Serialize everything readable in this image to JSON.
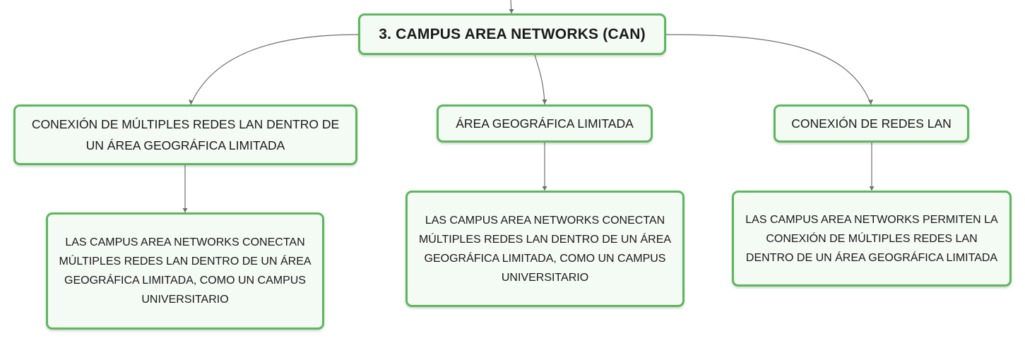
{
  "diagram": {
    "root": {
      "label": "3. CAMPUS AREA NETWORKS (CAN)"
    },
    "branches": [
      {
        "label": "CONEXIÓN DE MÚLTIPLES REDES LAN DENTRO DE UN ÁREA GEOGRÁFICA LIMITADA",
        "detail": "LAS CAMPUS AREA NETWORKS CONECTAN MÚLTIPLES REDES LAN DENTRO DE UN ÁREA GEOGRÁFICA LIMITADA, COMO UN CAMPUS UNIVERSITARIO"
      },
      {
        "label": "ÁREA GEOGRÁFICA LIMITADA",
        "detail": "LAS CAMPUS AREA NETWORKS CONECTAN MÚLTIPLES REDES LAN DENTRO DE UN ÁREA GEOGRÁFICA LIMITADA, COMO UN CAMPUS UNIVERSITARIO"
      },
      {
        "label": "CONEXIÓN DE REDES LAN",
        "detail": "LAS CAMPUS AREA NETWORKS PERMITEN LA CONEXIÓN DE MÚLTIPLES REDES LAN DENTRO DE UN ÁREA GEOGRÁFICA LIMITADA"
      }
    ],
    "colors": {
      "node_border": "#5cb85c",
      "node_fill": "#f4faf4",
      "connector": "#6f6f6f",
      "text": "#1a1a1a"
    }
  }
}
